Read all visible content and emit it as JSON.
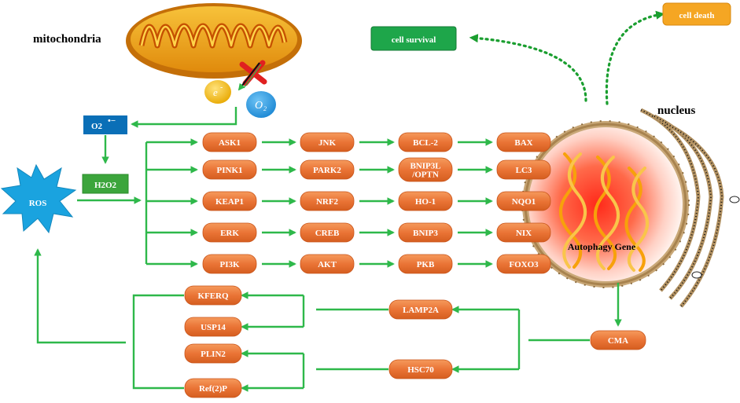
{
  "colors": {
    "node_fill": "#ea7436",
    "arrow_green": "#2eb84a",
    "o2_minus_box": "#0a6fb7",
    "h2o2_box": "#3ca53c",
    "cell_survival_box": "#1ea64a",
    "cell_death_box": "#f5a623",
    "ros_star": "#1aa3df",
    "electron": "#f2b600",
    "oxygen": "#2a9be0",
    "mitochondria_outer": "#e08a0c",
    "nucleus_glow": "#ff2a1a",
    "dna_helix": "#f7a10a"
  },
  "labels": {
    "mitochondria": "mitochondria",
    "nucleus": "nucleus",
    "cell_survival": "cell survival",
    "cell_death": "cell death",
    "ros": "ROS",
    "o2_minus": "O2",
    "o2_minus_sup": "•−",
    "h2o2": "H2O2",
    "electron": "e",
    "electron_sup": "-",
    "oxygen": "O",
    "oxygen_sub": "2",
    "autophagy_gene": "Autophagy Gene"
  },
  "pathway_rows": [
    [
      "ASK1",
      "JNK",
      "BCL-2",
      "BAX"
    ],
    [
      "PINK1",
      "PARK2",
      [
        "BNIP3L",
        "/OPTN"
      ],
      "LC3"
    ],
    [
      "KEAP1",
      "NRF2",
      "HO-1",
      "NQO1"
    ],
    [
      "ERK",
      "CREB",
      "BNIP3",
      "NIX"
    ],
    [
      "PI3K",
      "AKT",
      "PKB",
      "FOXO3"
    ]
  ],
  "cma_nodes": {
    "cma": "CMA",
    "lamp2a": "LAMP2A",
    "hsc70": "HSC70",
    "kferq": "KFERQ",
    "usp14": "USP14",
    "plin2": "PLIN2",
    "ref2p": "Ref(2)P"
  },
  "icons": [
    "mitochondria-icon",
    "nucleus-icon",
    "dna-helix-icon",
    "ros-star-icon",
    "inhibitor-icon"
  ]
}
